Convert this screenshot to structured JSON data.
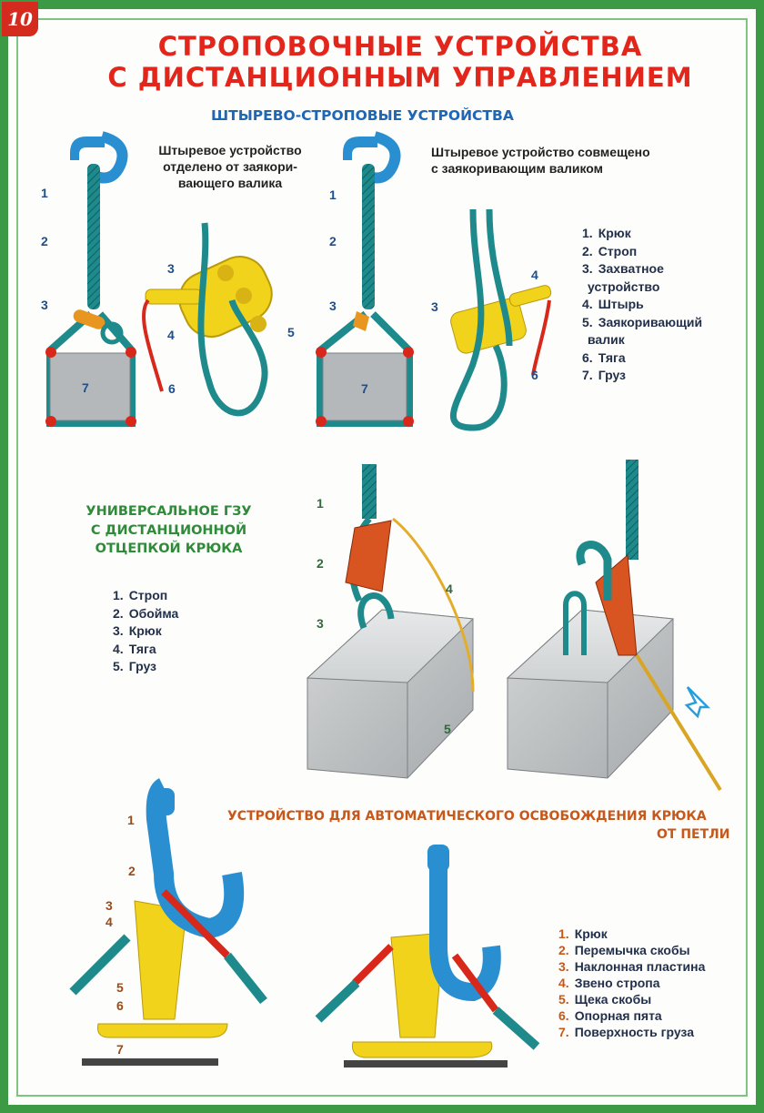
{
  "page_number": "10",
  "title": {
    "line1": "СТРОПОВОЧНЫЕ УСТРОЙСТВА",
    "line2": "С ДИСТАНЦИОННЫМ УПРАВЛЕНИЕМ"
  },
  "section1": {
    "heading": "ШТЫРЕВО-СТРОПОВЫЕ УСТРОЙСТВА",
    "left_caption": [
      "Штыревое устройство",
      "отделено от заякори-",
      "вающего валика"
    ],
    "right_caption": [
      "Штыревое устройство совмещено",
      "с заякоривающим валиком"
    ],
    "legend": [
      {
        "num": "1.",
        "text": "Крюк"
      },
      {
        "num": "2.",
        "text": "Строп"
      },
      {
        "num": "3.",
        "text": "Захватное"
      },
      {
        "num": "",
        "text": "устройство"
      },
      {
        "num": "4.",
        "text": "Штырь"
      },
      {
        "num": "5.",
        "text": "Заякоривающий"
      },
      {
        "num": "",
        "text": "валик"
      },
      {
        "num": "6.",
        "text": "Тяга"
      },
      {
        "num": "7.",
        "text": "Груз"
      }
    ],
    "fig_labels": [
      "1",
      "2",
      "3",
      "4",
      "5",
      "6",
      "7"
    ]
  },
  "section2": {
    "heading": [
      "УНИВЕРСАЛЬНОЕ ГЗУ",
      "С ДИСТАНЦИОННОЙ",
      "ОТЦЕПКОЙ КРЮКА"
    ],
    "legend": [
      {
        "num": "1.",
        "text": "Строп"
      },
      {
        "num": "2.",
        "text": "Обойма"
      },
      {
        "num": "3.",
        "text": "Крюк"
      },
      {
        "num": "4.",
        "text": "Тяга"
      },
      {
        "num": "5.",
        "text": "Груз"
      }
    ]
  },
  "section3": {
    "heading": [
      "УСТРОЙСТВО ДЛЯ АВТОМАТИЧЕСКОГО ОСВОБОЖДЕНИЯ КРЮКА",
      "ОТ ПЕТЛИ"
    ],
    "legend": [
      {
        "num": "1.",
        "text": "Крюк"
      },
      {
        "num": "2.",
        "text": "Перемычка скобы"
      },
      {
        "num": "3.",
        "text": "Наклонная пластина"
      },
      {
        "num": "4.",
        "text": "Звено стропа"
      },
      {
        "num": "5.",
        "text": "Щека скобы"
      },
      {
        "num": "6.",
        "text": "Опорная пята"
      },
      {
        "num": "7.",
        "text": "Поверхность груза"
      }
    ]
  },
  "colors": {
    "frame": "#3c9a44",
    "title": "#e2261b",
    "blue_heading": "#1f66b5",
    "green_heading": "#2f8b3a",
    "orange_heading": "#c8571a",
    "rope": "#1e8a8c",
    "hook": "#2a8fd0",
    "yellow": "#f2d31b",
    "red": "#d8281c",
    "load": "#c9cbcc"
  }
}
